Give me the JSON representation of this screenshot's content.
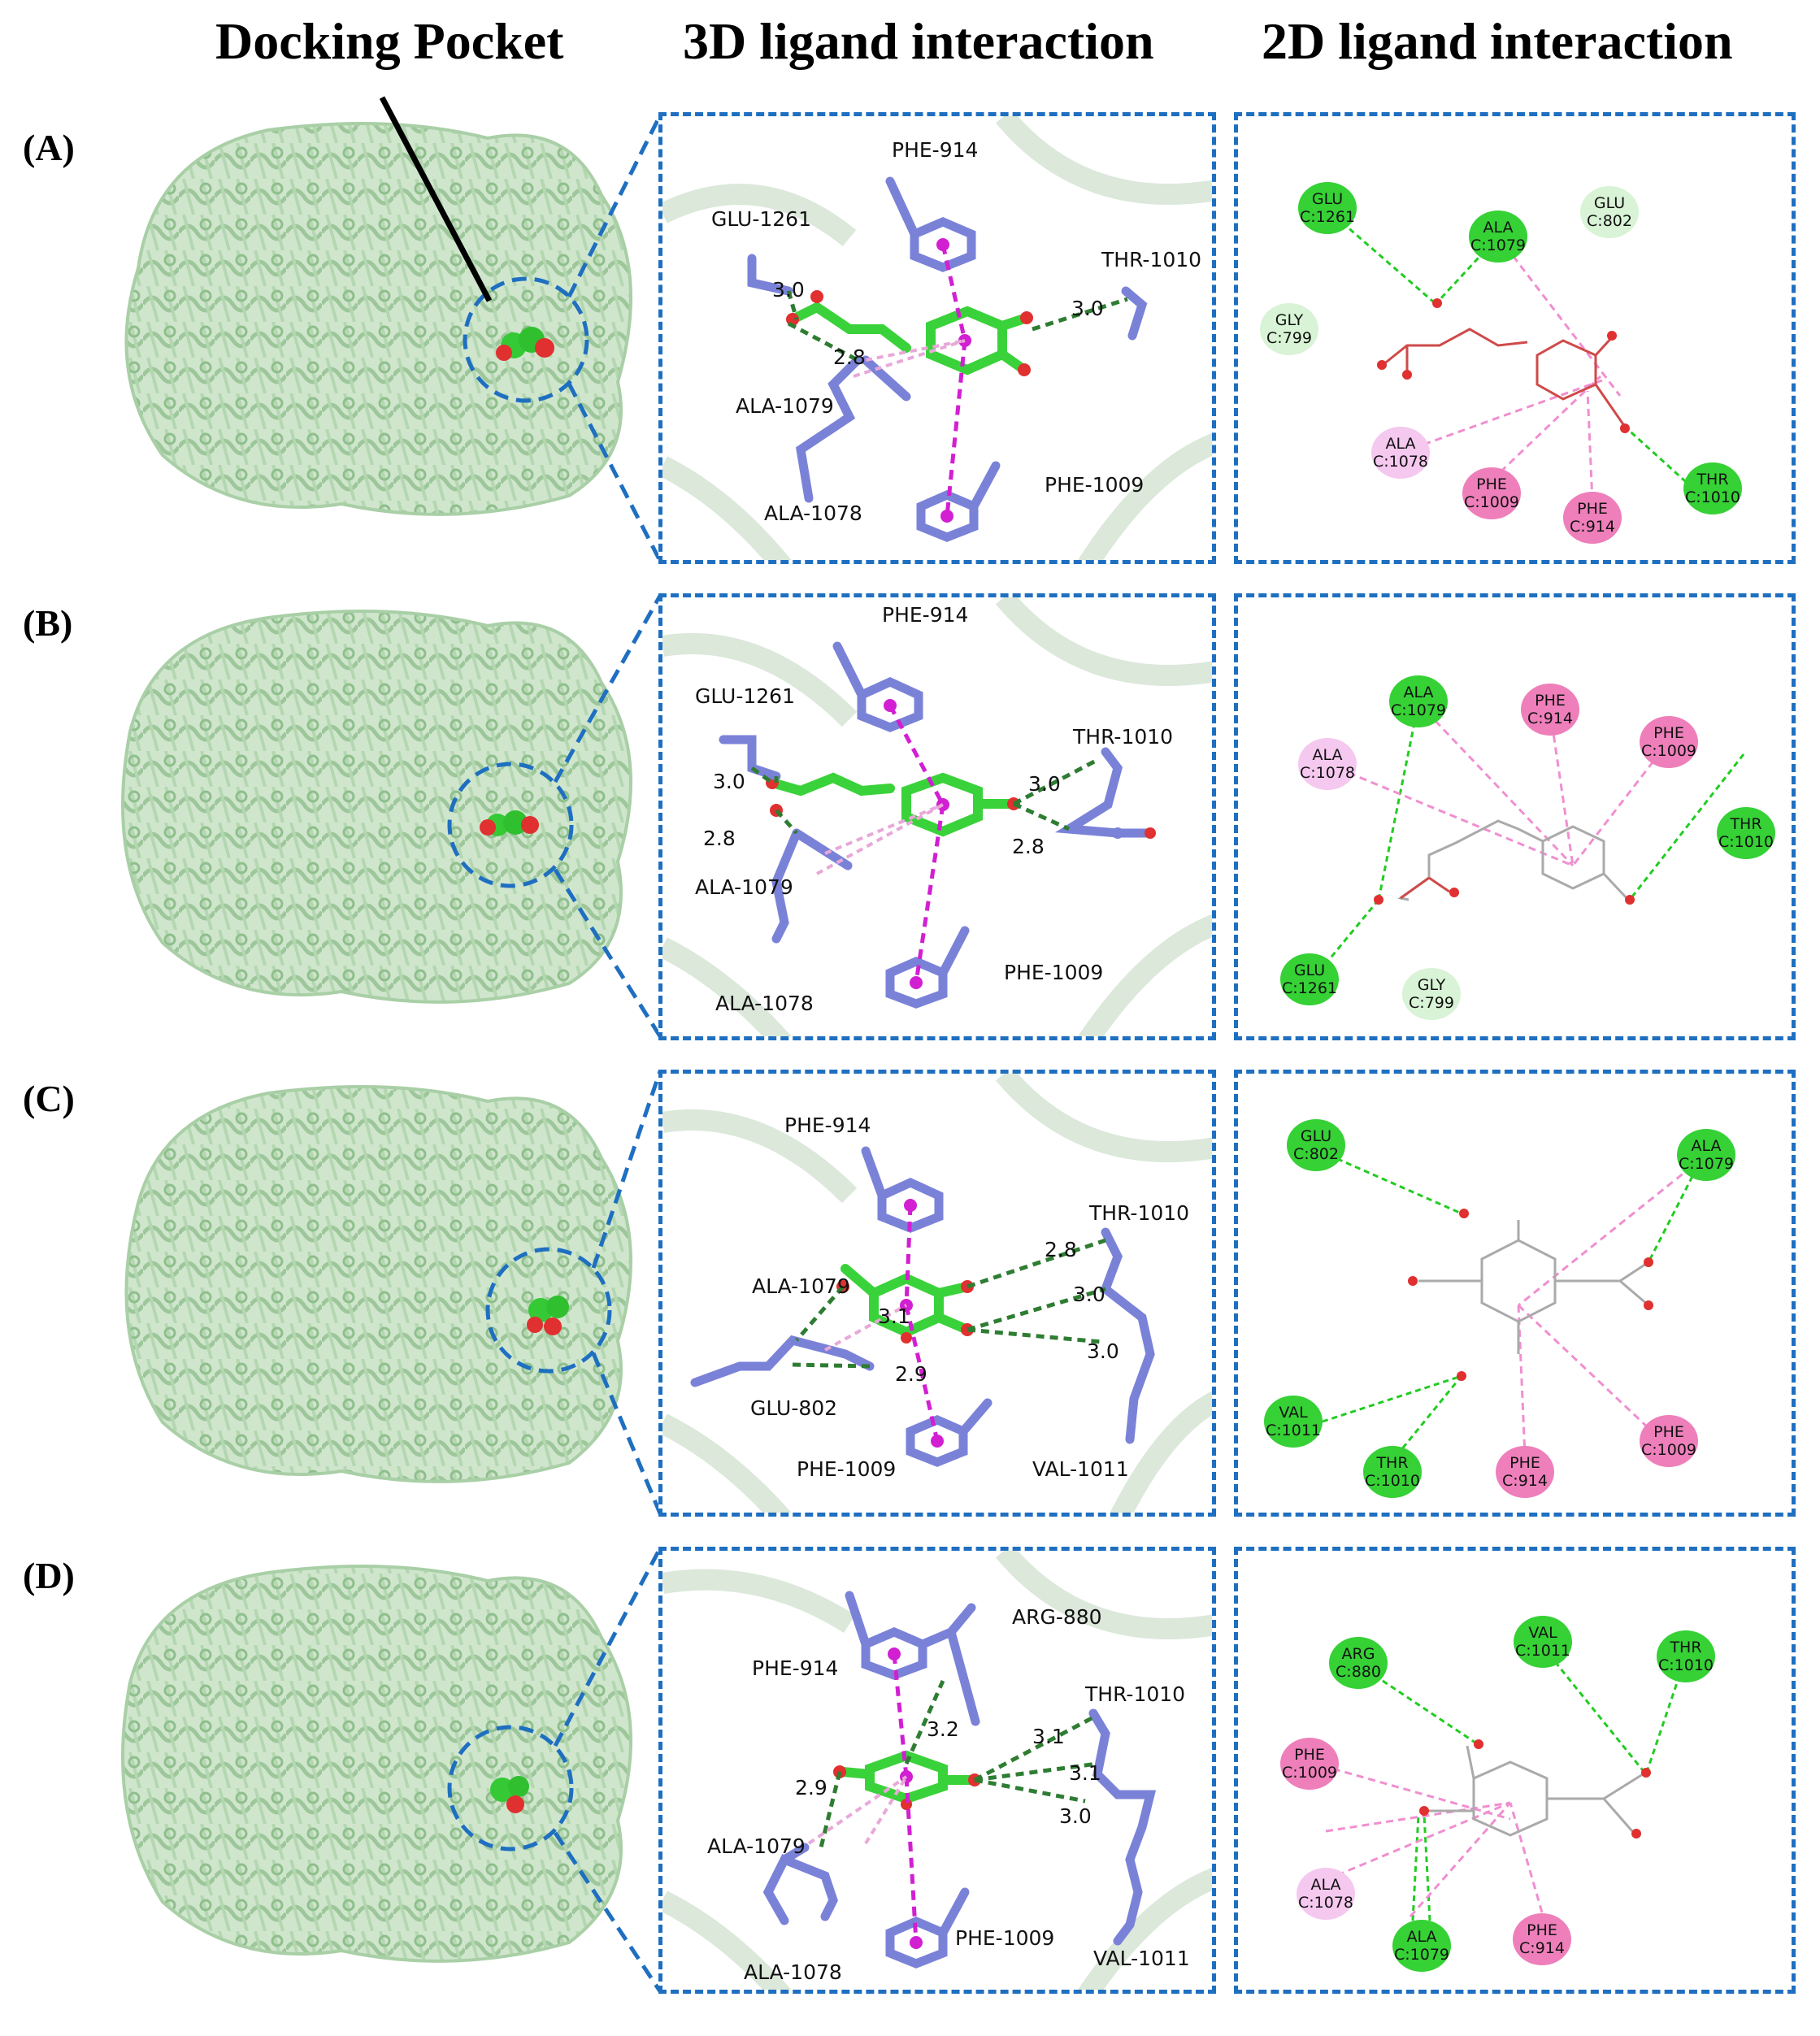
{
  "headers": {
    "pocket": "Docking Pocket",
    "interaction3d": "3D ligand interaction",
    "interaction2d": "2D ligand interaction"
  },
  "colors": {
    "panel_border": "#1f6fc1",
    "protein": "#b5d6b3",
    "ligand_carbon": "#3ad23a",
    "oxygen": "#e03030",
    "residue_stick": "#7a82d8",
    "hbond": "#2e7d32",
    "pi_stack": "#d21fd2",
    "hbond_2d": "#22cc22",
    "green_node": "#35d135",
    "pink_node": "#ee7fba",
    "pale_pink_node": "#f5c8ef",
    "pale_green_node": "#d8f3d5"
  },
  "rows": [
    {
      "label": "(A)",
      "residues3d": {
        "r1": "PHE-914",
        "r2": "GLU-1261",
        "r3": "THR-1010",
        "r4": "ALA-1079",
        "r5": "ALA-1078",
        "r6": "PHE-1009"
      },
      "distances": {
        "d1": "3.0",
        "d2": "2.8",
        "d3": "3.0"
      },
      "nodes2d": [
        {
          "name": "GLU",
          "chain": "C:1261"
        },
        {
          "name": "ALA",
          "chain": "C:1079"
        },
        {
          "name": "GLU",
          "chain": "C:802"
        },
        {
          "name": "GLY",
          "chain": "C:799"
        },
        {
          "name": "ALA",
          "chain": "C:1078"
        },
        {
          "name": "PHE",
          "chain": "C:1009"
        },
        {
          "name": "PHE",
          "chain": "C:914"
        },
        {
          "name": "THR",
          "chain": "C:1010"
        }
      ]
    },
    {
      "label": "(B)",
      "residues3d": {
        "r1": "PHE-914",
        "r2": "GLU-1261",
        "r3": "THR-1010",
        "r4": "ALA-1079",
        "r5": "ALA-1078",
        "r6": "PHE-1009"
      },
      "distances": {
        "d1": "3.0",
        "d2": "2.8",
        "d3": "3.0",
        "d4": "2.8"
      },
      "nodes2d": [
        {
          "name": "ALA",
          "chain": "C:1079"
        },
        {
          "name": "PHE",
          "chain": "C:914"
        },
        {
          "name": "PHE",
          "chain": "C:1009"
        },
        {
          "name": "ALA",
          "chain": "C:1078"
        },
        {
          "name": "THR",
          "chain": "C:1010"
        },
        {
          "name": "GLU",
          "chain": "C:1261"
        },
        {
          "name": "GLY",
          "chain": "C:799"
        }
      ]
    },
    {
      "label": "(C)",
      "residues3d": {
        "r1": "PHE-914",
        "r2": "THR-1010",
        "r3": "ALA-1079",
        "r4": "GLU-802",
        "r5": "PHE-1009",
        "r6": "VAL-1011"
      },
      "distances": {
        "d1": "2.8",
        "d2": "3.1",
        "d3": "3.0",
        "d4": "2.9",
        "d5": "3.0"
      },
      "nodes2d": [
        {
          "name": "GLU",
          "chain": "C:802"
        },
        {
          "name": "ALA",
          "chain": "C:1079"
        },
        {
          "name": "VAL",
          "chain": "C:1011"
        },
        {
          "name": "THR",
          "chain": "C:1010"
        },
        {
          "name": "PHE",
          "chain": "C:914"
        },
        {
          "name": "PHE",
          "chain": "C:1009"
        }
      ]
    },
    {
      "label": "(D)",
      "residues3d": {
        "r1": "PHE-914",
        "r2": "ARG-880",
        "r3": "THR-1010",
        "r4": "ALA-1079",
        "r5": "ALA-1078",
        "r6": "PHE-1009",
        "r7": "VAL-1011"
      },
      "distances": {
        "d1": "3.2",
        "d2": "3.1",
        "d3": "2.9",
        "d4": "3.1",
        "d5": "3.0"
      },
      "nodes2d": [
        {
          "name": "ARG",
          "chain": "C:880"
        },
        {
          "name": "VAL",
          "chain": "C:1011"
        },
        {
          "name": "THR",
          "chain": "C:1010"
        },
        {
          "name": "PHE",
          "chain": "C:1009"
        },
        {
          "name": "ALA",
          "chain": "C:1078"
        },
        {
          "name": "ALA",
          "chain": "C:1079"
        },
        {
          "name": "PHE",
          "chain": "C:914"
        }
      ]
    }
  ]
}
